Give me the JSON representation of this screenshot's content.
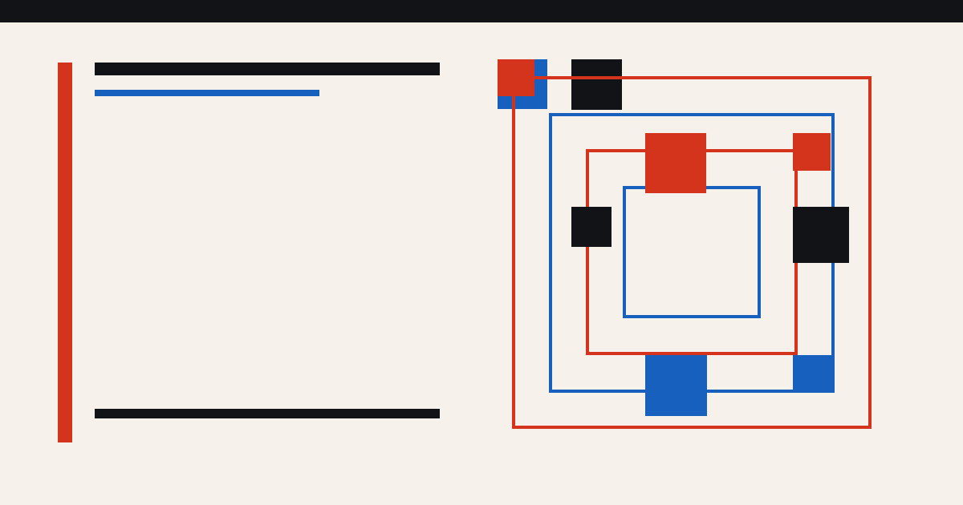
{
  "palette": {
    "background": "#f6f1ea",
    "dark": "#121316",
    "red": "#d4341c",
    "blue": "#1760be"
  },
  "composition": {
    "style": "abstract geometric placeholder",
    "elements": [
      "red-accent-bar",
      "dark-title-bar",
      "blue-subtitle-bar",
      "dark-footer-bar",
      "nested-square-outlines",
      "solid-square-blocks"
    ]
  }
}
